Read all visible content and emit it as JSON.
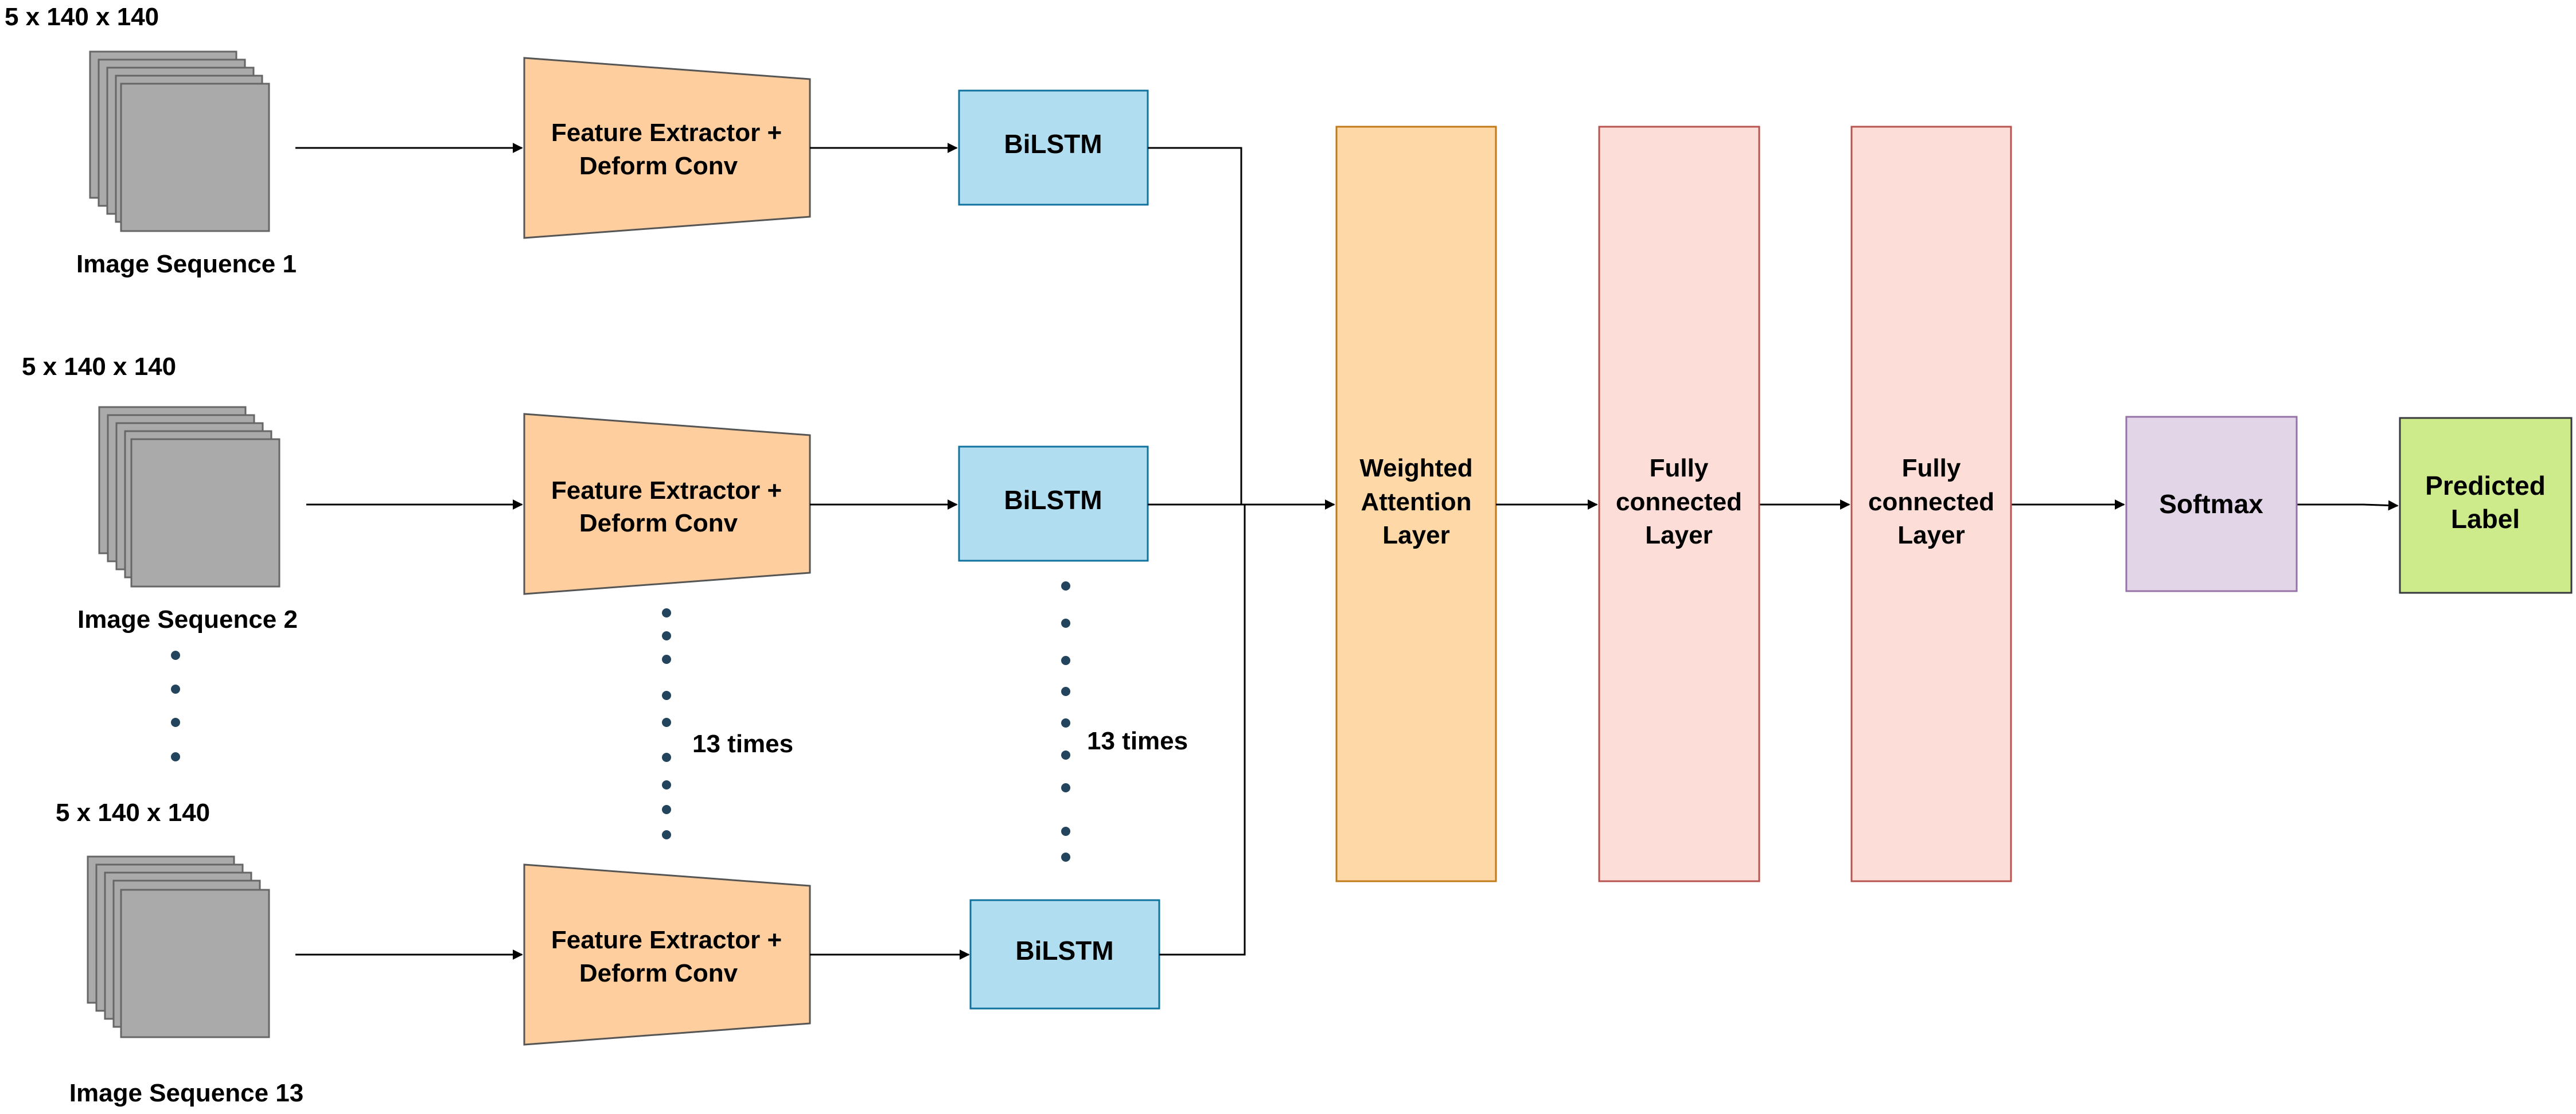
{
  "inputs": [
    {
      "dims": "5 x 140 x 140",
      "label": "Image Sequence 1"
    },
    {
      "dims": "5 x 140 x 140",
      "label": "Image Sequence 2"
    },
    {
      "dims": "5 x 140 x 140",
      "label": "Image Sequence 13"
    }
  ],
  "feature_extractor": {
    "line1": "Feature Extractor +",
    "line2": "Deform Conv"
  },
  "bilstm": {
    "label": "BiLSTM"
  },
  "repeat_label": "13 times",
  "attention": {
    "line1": "Weighted",
    "line2": "Attention",
    "line3": "Layer"
  },
  "fc": {
    "line1": "Fully",
    "line2": "connected",
    "line3": "Layer"
  },
  "softmax": {
    "label": "Softmax"
  },
  "output": {
    "line1": "Predicted",
    "line2": "Label"
  },
  "colors": {
    "feature_extractor": "#FFCE9F",
    "bilstm": "#B1DDF0",
    "attention": "#FFD8A8",
    "fc": "#FCDDD7",
    "softmax": "#E1D5E7",
    "output": "#CDEB8B",
    "stack": "#AAAAAA",
    "dots": "#23445D"
  }
}
